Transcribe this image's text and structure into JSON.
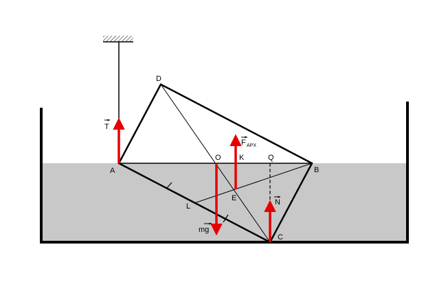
{
  "colors": {
    "water": "#c8c8c8",
    "force": "#e60000",
    "line": "#000000",
    "background": "#ffffff"
  },
  "points": {
    "A": "A",
    "B": "B",
    "C": "C",
    "D": "D",
    "O": "O",
    "K": "K",
    "Q": "Q",
    "E": "E",
    "L": "L"
  },
  "forces": {
    "tension": "T",
    "buoyancy": "F",
    "buoyancy_sub": "APX",
    "weight": "mg",
    "normal": "N"
  }
}
